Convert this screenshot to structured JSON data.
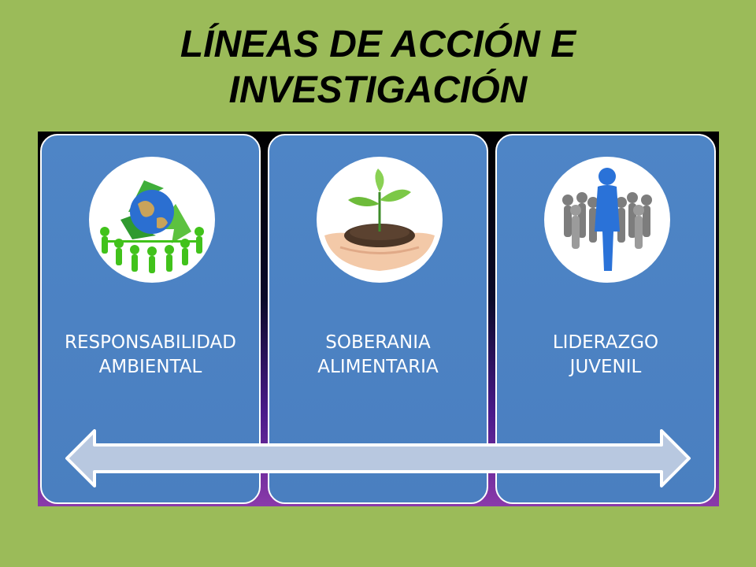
{
  "colors": {
    "background": "#9bbb59",
    "card": "#4f81bd",
    "arrow_fill": "#b8c8e0",
    "title": "#000000",
    "label": "#ffffff"
  },
  "title": {
    "line1": "LÍNEAS DE ACCIÓN E",
    "line2": "INVESTIGACIÓN"
  },
  "cards": [
    {
      "line1": "RESPONSABILIDAD",
      "line2": "AMBIENTAL",
      "icon": "recycle-globe-icon"
    },
    {
      "line1": "SOBERANIA",
      "line2": "ALIMENTARIA",
      "icon": "sprout-hands-icon"
    },
    {
      "line1": "LIDERAZGO",
      "line2": "JUVENIL",
      "icon": "leader-crowd-icon"
    }
  ]
}
